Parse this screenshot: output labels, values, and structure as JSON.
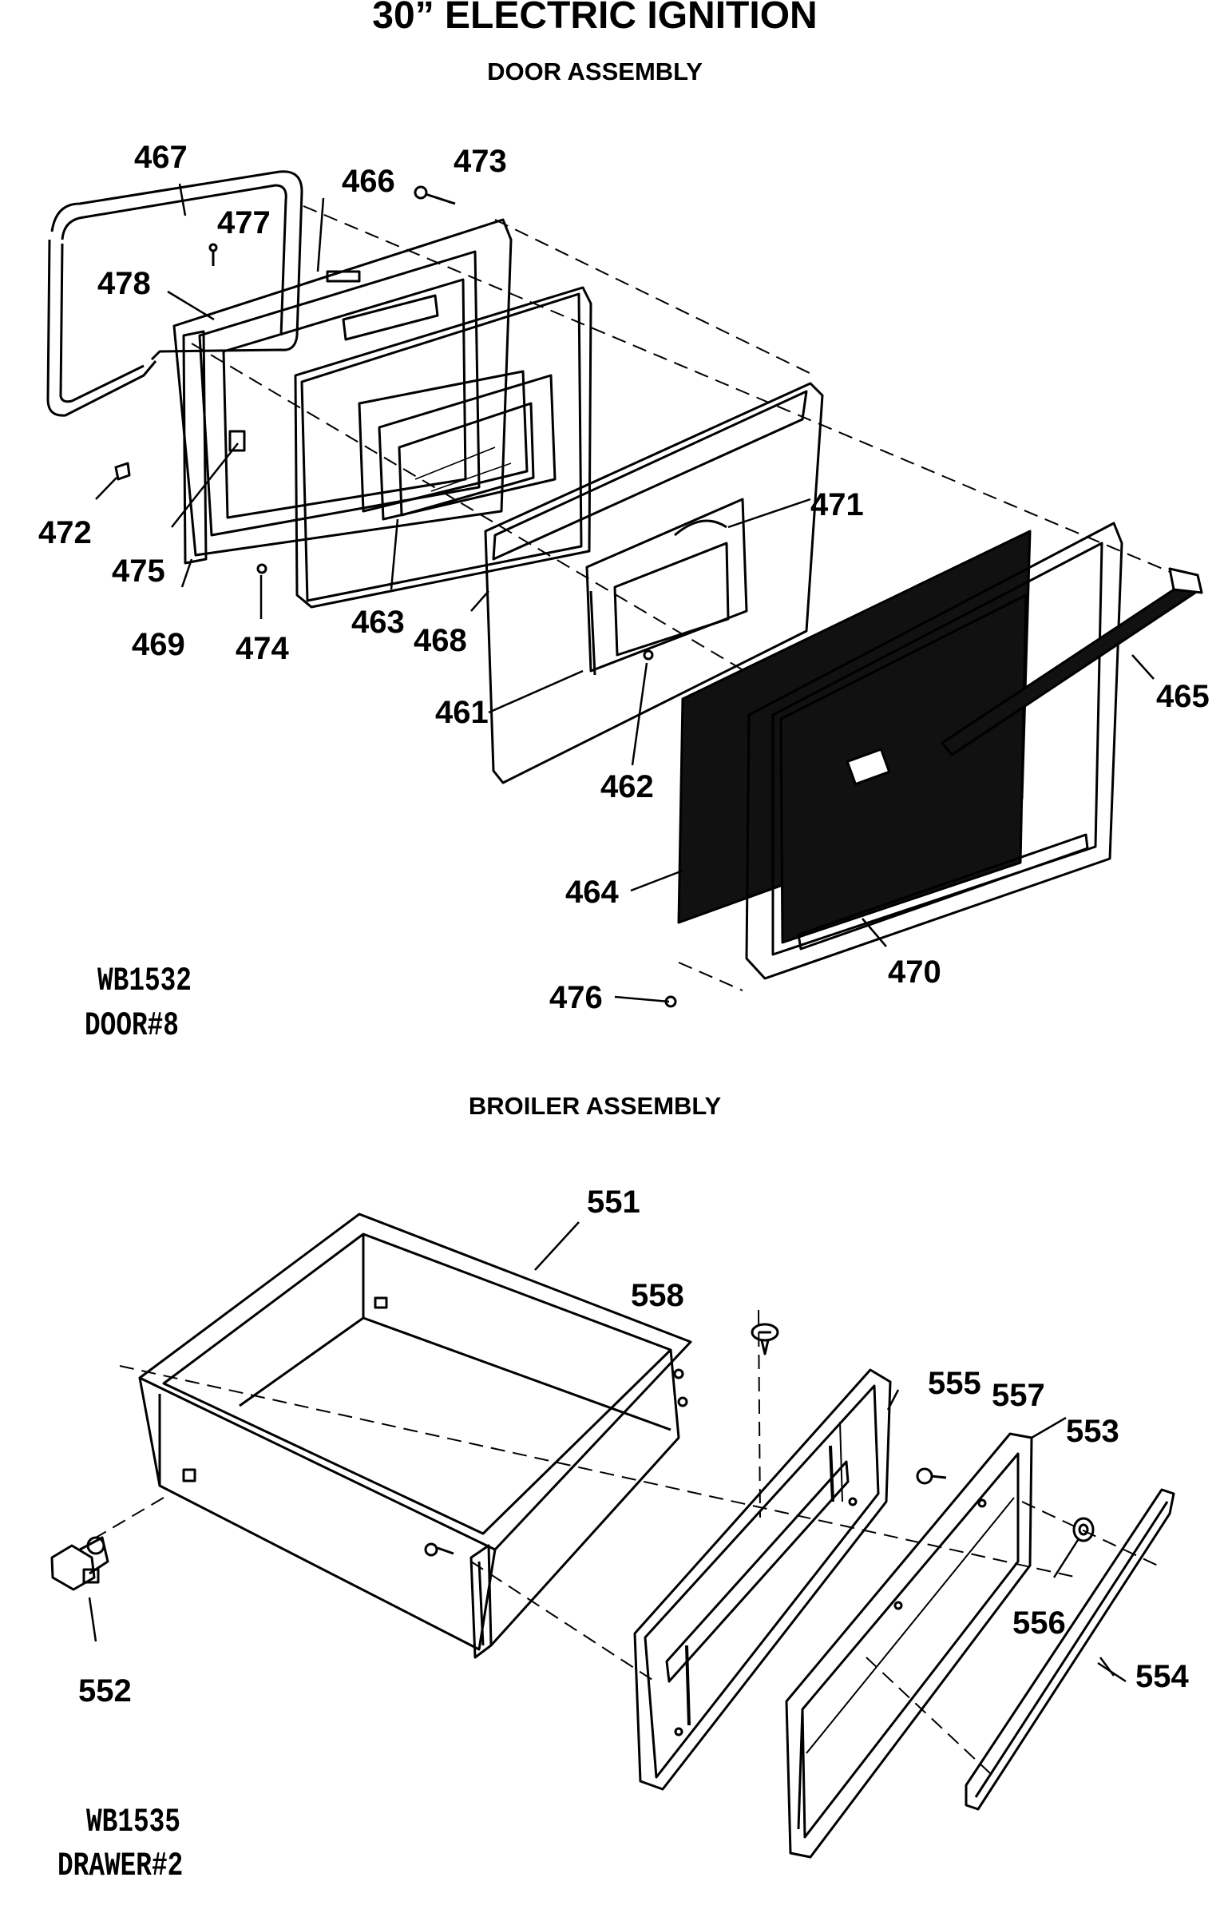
{
  "header": {
    "title": "30” ELECTRIC IGNITION",
    "door_subtitle": "DOOR ASSEMBLY",
    "broiler_subtitle": "BROILER ASSEMBLY"
  },
  "door_model": {
    "line1": "WB1532",
    "line2": "DOOR#8"
  },
  "drawer_model": {
    "line1": "WB1535",
    "line2": "DRAWER#2"
  },
  "door_parts": [
    "467",
    "466",
    "473",
    "477",
    "478",
    "472",
    "475",
    "469",
    "474",
    "463",
    "468",
    "471",
    "461",
    "462",
    "465",
    "464",
    "476",
    "470"
  ],
  "broiler_parts": [
    "551",
    "558",
    "555",
    "557",
    "553",
    "556",
    "554",
    "552"
  ]
}
